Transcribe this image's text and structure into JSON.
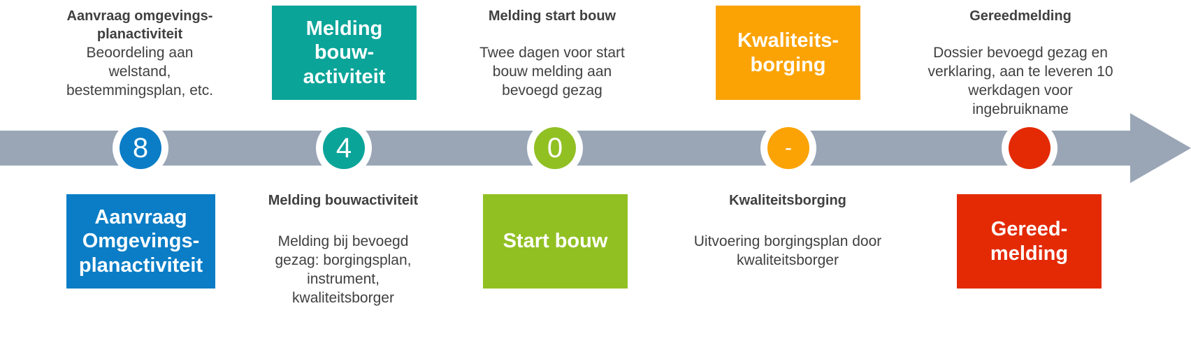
{
  "colors": {
    "arrow": "#9aa6b6",
    "blue": "#0a7dc6",
    "teal": "#0ba499",
    "green": "#91c023",
    "orange": "#fba305",
    "red": "#e32a05",
    "text": "#404040"
  },
  "steps": [
    {
      "number": "8",
      "color": "#0a7dc6"
    },
    {
      "number": "4",
      "color": "#0ba499"
    },
    {
      "number": "0",
      "color": "#91c023"
    },
    {
      "number": "-",
      "color": "#fba305"
    },
    {
      "number": "",
      "color": "#e32a05"
    }
  ],
  "top": {
    "aanvraag": {
      "heading": "Aanvraag omgevings-\nplanactiviteit",
      "desc": "Beoordeling aan\nwelstand,\nbestemmingsplan, etc."
    },
    "melding_box": "Melding\nbouw-\nactiviteit",
    "start": {
      "heading": "Melding start bouw",
      "desc": "Twee dagen voor start\nbouw melding aan\nbevoegd gezag"
    },
    "kwaliteit_box": "Kwaliteits-\nborging",
    "gereed": {
      "heading": "Gereedmelding",
      "desc": "Dossier bevoegd gezag en\nverklaring, aan te leveren 10\nwerkdagen voor\ningebruikname"
    }
  },
  "bottom": {
    "aanvraag_box": "Aanvraag\nOmgevings-\nplanactiviteit",
    "melding": {
      "heading": "Melding bouwactiviteit",
      "desc": "Melding bij bevoegd\ngezag: borgingsplan,\ninstrument,\nkwaliteitsborger"
    },
    "start_box": "Start bouw",
    "kwaliteit": {
      "heading": "Kwaliteitsborging",
      "desc": "Uitvoering borgingsplan door\nkwaliteitsborger"
    },
    "gereed_box": "Gereed-\nmelding"
  }
}
